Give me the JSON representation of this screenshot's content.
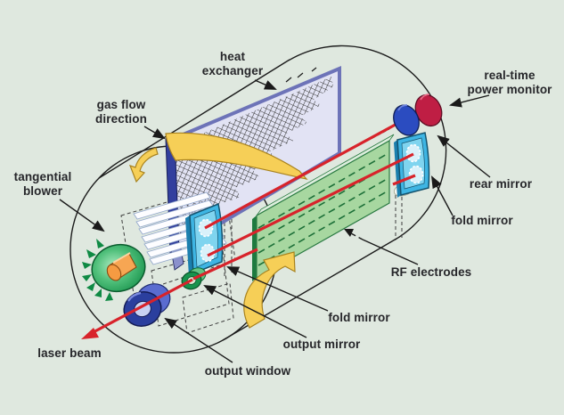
{
  "labels": {
    "heat_exchanger": {
      "line1": "heat",
      "line2": "exchanger"
    },
    "gas_flow": {
      "line1": "gas flow",
      "line2": "direction"
    },
    "tangential_blower": {
      "line1": "tangential",
      "line2": "blower"
    },
    "laser_beam": {
      "line1": "laser beam"
    },
    "output_window": {
      "line1": "output window"
    },
    "output_mirror": {
      "line1": "output mirror"
    },
    "fold_mirror_front": {
      "line1": "fold mirror"
    },
    "rf_electrodes": {
      "line1": "RF electrodes"
    },
    "fold_mirror_rear": {
      "line1": "fold mirror"
    },
    "rear_mirror": {
      "line1": "rear mirror"
    },
    "power_monitor": {
      "line1": "real-time",
      "line2": "power monitor"
    }
  },
  "colors": {
    "background": "#dfe8df",
    "outline": "#1c1c1c",
    "laser_beam": "#d8232b",
    "gas_arrow": "#f6cf57",
    "gas_arrow_edge": "#a8821e",
    "electrode_green": "#a7d7a0",
    "electrode_dark": "#1d7a3e",
    "mirror_cyan": "#3eb5e3",
    "mirror_hole": "#d9f1fa",
    "exchanger_frame": "#6d73b8",
    "exchanger_panel": "#e2e3f4",
    "exchanger_bar": "#323f9e",
    "window_blue": "#2b3f9e",
    "monitor_red": "#bf1e44",
    "rear_mirror_blue": "#2b4cc0",
    "blower_green": "#128a45",
    "shaft_orange": "#f59b42",
    "label_text": "#26262a"
  }
}
